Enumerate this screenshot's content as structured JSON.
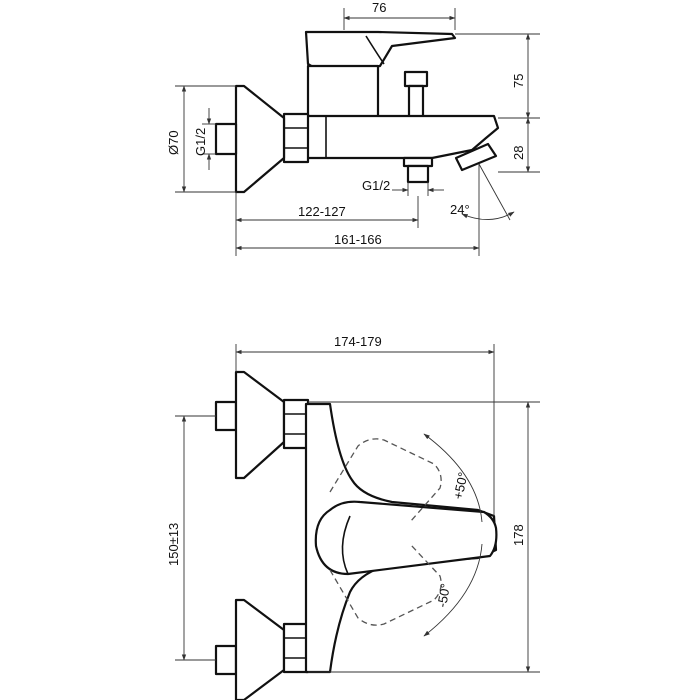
{
  "dimensions": {
    "spout_width": "76",
    "lever_height": "75",
    "spout_drop": "28",
    "rosette_diameter": "Ø70",
    "inlet_thread": "G1/2",
    "outlet_thread": "G1/2",
    "spout_angle": "24°",
    "depth_to_outlet": "122-127",
    "depth_total": "161-166",
    "width_total": "174-179",
    "inlet_centres": "150±13",
    "height_total": "178",
    "rotation_up": "+50°",
    "rotation_down": "-50°"
  }
}
